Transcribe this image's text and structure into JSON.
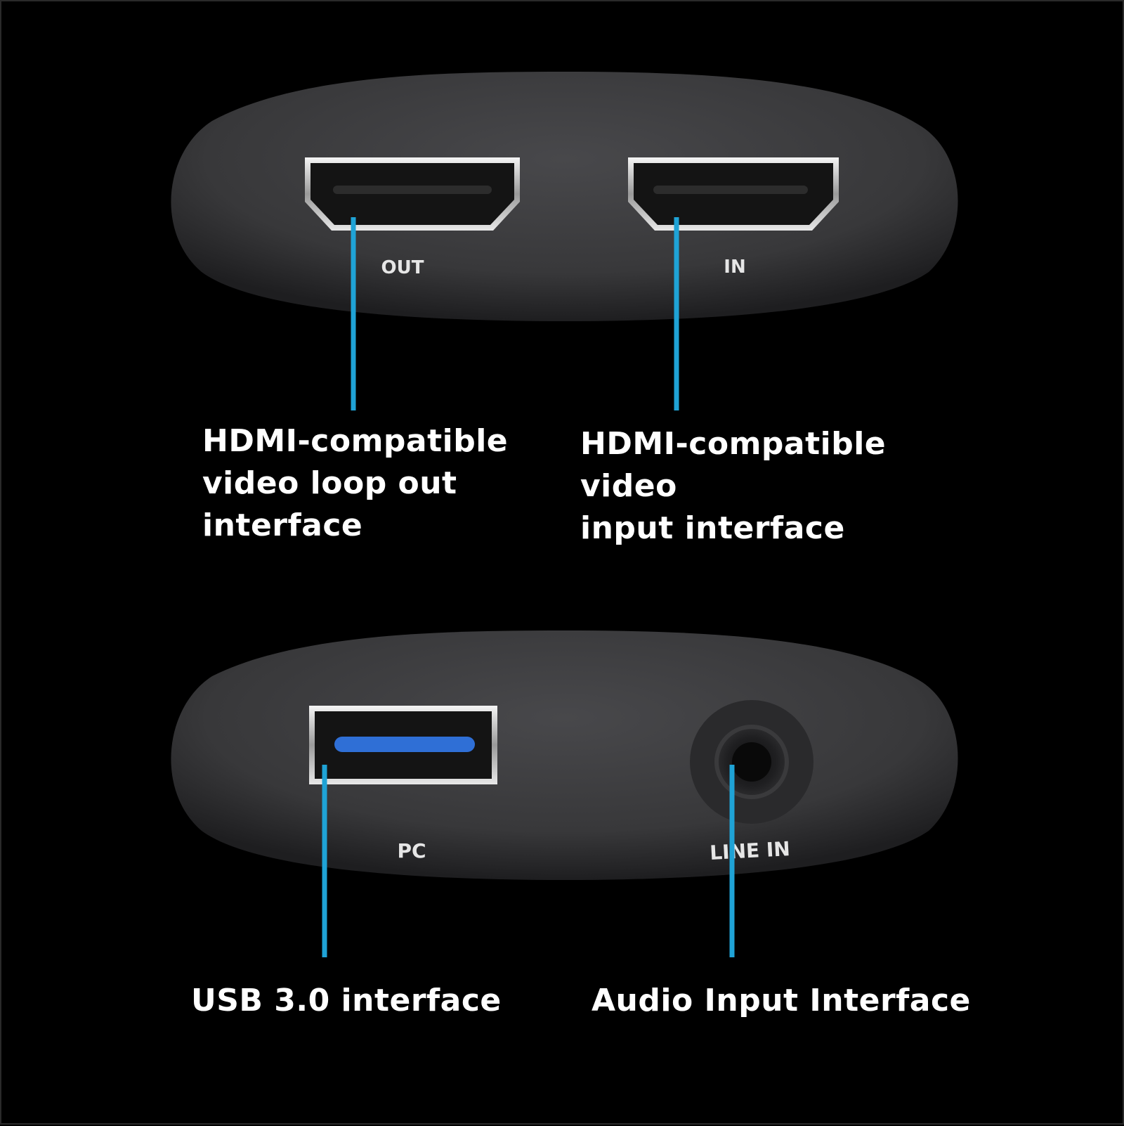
{
  "top_device": {
    "port_labels": {
      "out": "OUT",
      "in": "IN"
    },
    "callouts": {
      "hdmi_out": [
        "HDMI-compatible",
        "video loop out",
        "interface"
      ],
      "hdmi_in": [
        "HDMI-compatible",
        "video",
        "input interface"
      ]
    }
  },
  "bottom_device": {
    "port_labels": {
      "pc": "PC",
      "line_in": "LINE IN"
    },
    "callouts": {
      "usb": "USB 3.0 interface",
      "audio": "Audio Input Interface"
    }
  },
  "colors": {
    "background": "#000000",
    "body": "#3a3a3c",
    "callout_line": "#1fa3d6",
    "usb_tongue": "#2f6fd6",
    "text": "#ffffff"
  }
}
